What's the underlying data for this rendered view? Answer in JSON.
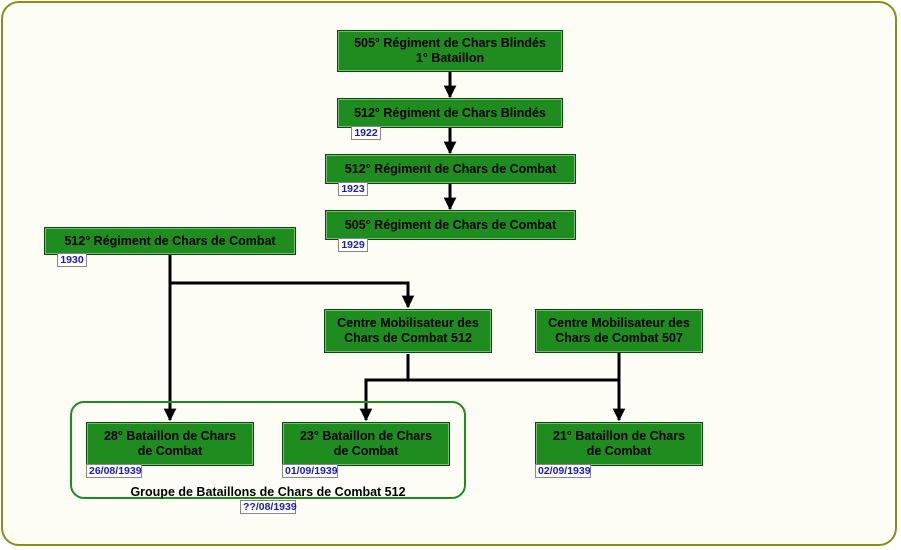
{
  "nodes": {
    "n505rcb": {
      "lines": [
        "505° Régiment de Chars Blindés",
        "1° Bataillon"
      ]
    },
    "n512rcb": {
      "lines": [
        "512° Régiment de Chars Blindés"
      ],
      "date": "1922"
    },
    "n512rcc_1923": {
      "lines": [
        "512° Régiment de Chars de Combat"
      ],
      "date": "1923"
    },
    "n505rcc": {
      "lines": [
        "505° Régiment de Chars de Combat"
      ],
      "date": "1929"
    },
    "n512rcc_1930": {
      "lines": [
        "512° Régiment de Chars de Combat"
      ],
      "date": "1930"
    },
    "cm512": {
      "lines": [
        "Centre Mobilisateur des",
        "Chars de Combat 512"
      ]
    },
    "cm507": {
      "lines": [
        "Centre Mobilisateur des",
        "Chars de Combat 507"
      ]
    },
    "bcc28": {
      "lines": [
        "28° Bataillon de Chars",
        "de Combat"
      ],
      "date": "26/08/1939"
    },
    "bcc23": {
      "lines": [
        "23° Bataillon de Chars",
        "de Combat"
      ],
      "date": "01/09/1939"
    },
    "bcc21": {
      "lines": [
        "21° Bataillon de Chars",
        "de Combat"
      ],
      "date": "02/09/1939"
    }
  },
  "group": {
    "label": "Groupe de Bataillons de Chars de Combat 512",
    "date": "??/08/1939"
  },
  "colors": {
    "node_fill": "#1f8c1f",
    "frame": "#8c8c1a",
    "date_text": "#1a1ab8",
    "connector": "#000000"
  }
}
